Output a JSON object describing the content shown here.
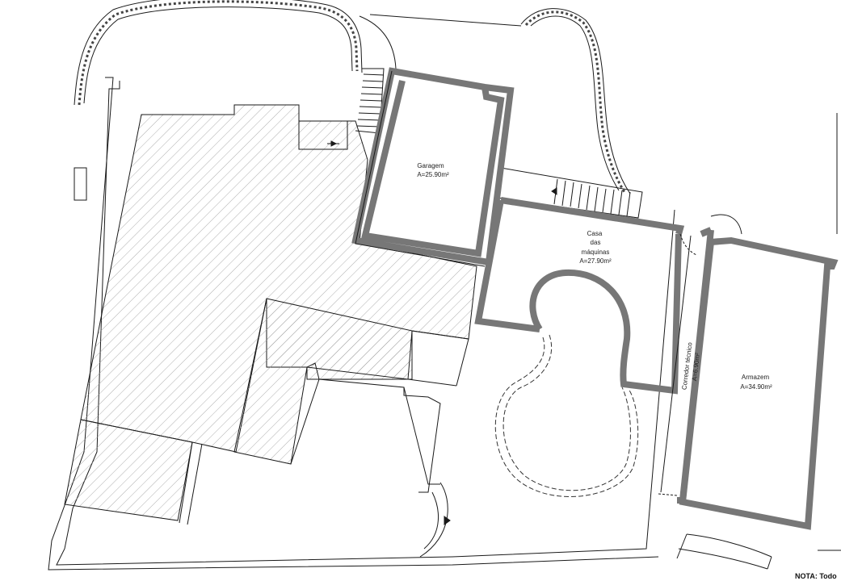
{
  "rooms": {
    "garagem": {
      "name": "Garagem",
      "area": "A=25.90m²"
    },
    "casa_maquinas": {
      "name_lines": [
        "Casa",
        "das",
        "máquinas"
      ],
      "area": "A=27.90m²"
    },
    "corredor_tecnico": {
      "name": "Corredor técnico",
      "area": "A=6.90m²"
    },
    "armazem": {
      "name": "Armazem",
      "area": "A=34.90m²"
    }
  },
  "note": {
    "text": "NOTA: Todo"
  },
  "colors": {
    "wall": "#777777",
    "line": "#1a1a1a",
    "hatch": "#9a9a9a"
  }
}
